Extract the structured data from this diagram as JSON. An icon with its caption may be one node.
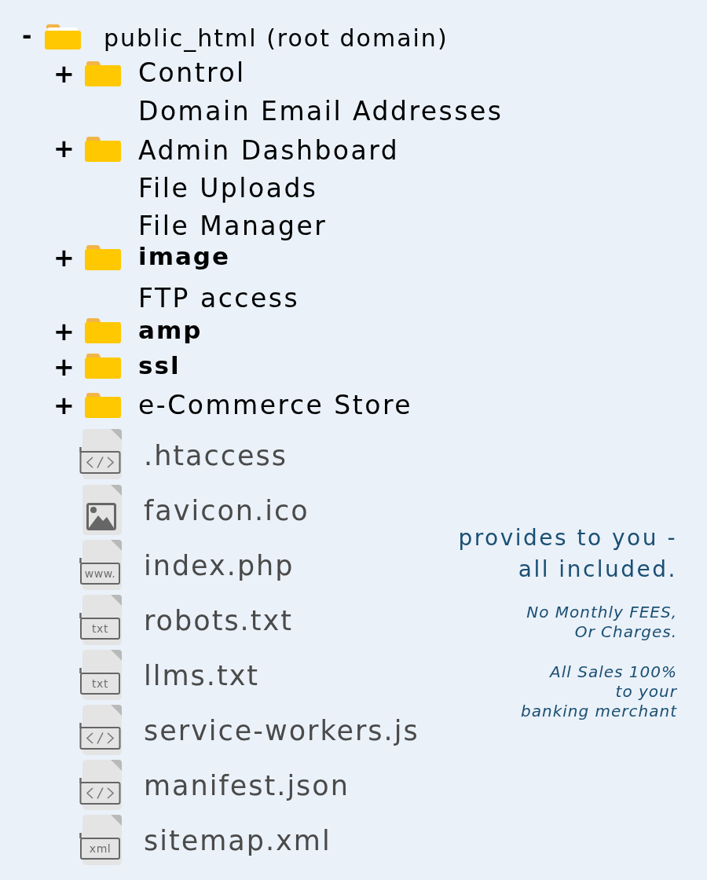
{
  "diagram": {
    "labels": [
      "-",
      "public_html (root domain)",
      "+",
      "Control",
      "Domain Email Addresses",
      "+",
      "Admin Dashboard",
      "File Uploads",
      "File Manager",
      "+",
      "image",
      "FTP access",
      "+",
      "amp",
      "+",
      "ssl",
      "+",
      "e-Commerce Store",
      ".htaccess",
      "favicon.ico",
      "www.",
      "index.php",
      "txt",
      "robots.txt",
      "txt",
      "llms.txt",
      "service-workers.js",
      "manifest.json",
      "xml",
      "sitemap.xml",
      "provides to you - all included.",
      "No Monthly FEES, Or Charges.",
      "All Sales 100% to your banking merchant"
    ]
  }
}
